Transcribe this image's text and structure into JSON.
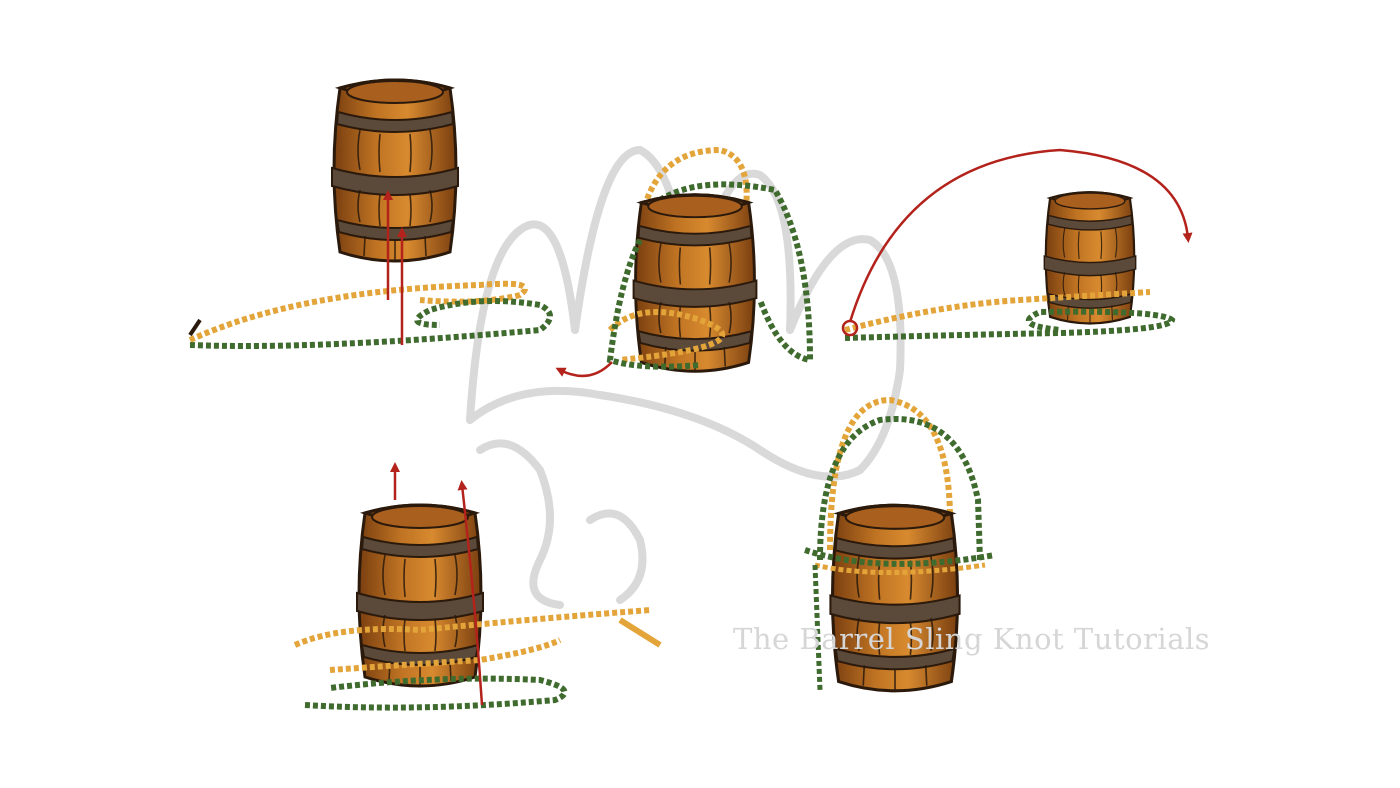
{
  "watermark": {
    "text": "The Barrel Sling Knot Tutorials"
  },
  "colors": {
    "rope_yellow": "#e3a43a",
    "rope_green": "#3f6b2e",
    "barrel_wood": "#b86a1c",
    "barrel_dark": "#6b3a10",
    "barrel_band": "#5b4a3a",
    "arrow_red": "#b3221b",
    "watermark_gray": "#d6d6d6"
  },
  "steps": [
    {
      "id": "step-1",
      "description_icons": [
        "barrel-icon",
        "rope-icon",
        "up-arrow-icon"
      ]
    },
    {
      "id": "step-2",
      "description_icons": [
        "barrel-icon",
        "rope-icon",
        "curved-arrow-icon"
      ]
    },
    {
      "id": "step-3",
      "description_icons": [
        "barrel-icon",
        "rope-icon",
        "arc-arrow-icon"
      ]
    },
    {
      "id": "step-4",
      "description_icons": [
        "barrel-icon",
        "rope-icon",
        "up-arrow-icon"
      ]
    },
    {
      "id": "step-5",
      "description_icons": [
        "barrel-icon",
        "rope-handle-icon"
      ]
    }
  ]
}
